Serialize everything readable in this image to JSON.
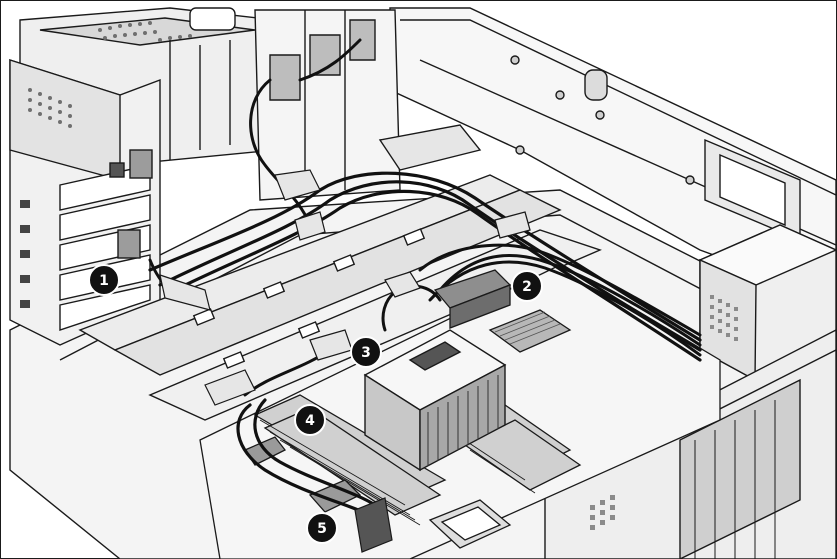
{
  "callouts": [
    {
      "label": "1",
      "cable": "drive-cage-cable"
    },
    {
      "label": "2",
      "cable": "system-board-connector"
    },
    {
      "label": "3",
      "cable": "processor-area-cable"
    },
    {
      "label": "4",
      "cable": "memory-area-cable"
    },
    {
      "label": "5",
      "cable": "front-connector"
    }
  ],
  "colors": {
    "line": "#1a1a1a",
    "metal": "#f2f2f2",
    "shade": "#bdbdbd",
    "dark": "#555555",
    "callout_fill": "#111111",
    "callout_text": "#ffffff"
  }
}
